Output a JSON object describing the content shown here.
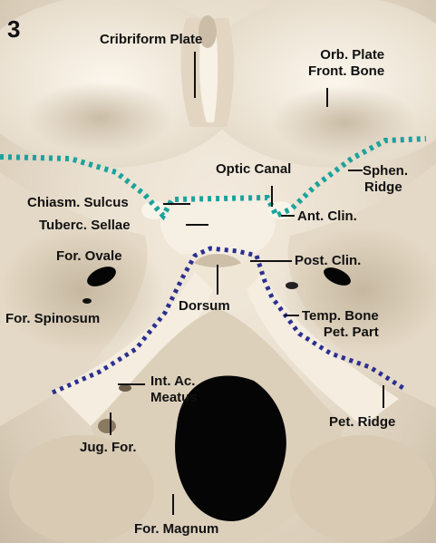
{
  "figure_number": "3",
  "colors": {
    "anterior_fossa_outline": "#1aa39b",
    "middle_fossa_outline": "#2b2f8f",
    "label_text": "#111111",
    "bone": "#ece3d4",
    "foramen": "#050505"
  },
  "labels": {
    "cribriform_plate": "Cribriform Plate",
    "orb_plate_front_bone": [
      "Orb. Plate",
      "Front. Bone"
    ],
    "optic_canal": "Optic Canal",
    "sphen_ridge": [
      "Sphen.",
      "Ridge"
    ],
    "chiasm_sulcus": "Chiasm. Sulcus",
    "tuberc_sellae": "Tuberc. Sellae",
    "ant_clin": "Ant. Clin.",
    "for_ovale": "For. Ovale",
    "post_clin": "Post. Clin.",
    "for_spinosum": "For. Spinosum",
    "dorsum": "Dorsum",
    "temp_bone_pet_part": [
      "Temp. Bone",
      "Pet. Part"
    ],
    "int_ac_meatus": [
      "Int. Ac.",
      "Meatus"
    ],
    "jug_for": "Jug. For.",
    "pet_ridge": "Pet. Ridge",
    "for_magnum": "For. Magnum"
  }
}
